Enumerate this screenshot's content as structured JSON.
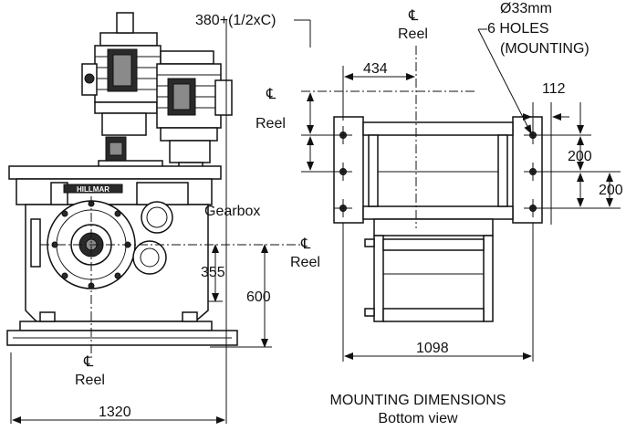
{
  "labels": {
    "dim_top": "380+(1/2xC)",
    "cl_symbol": "℄",
    "reel": "Reel",
    "dim_434": "434",
    "hole_dia": "Ø33mm",
    "hole_count": "6 HOLES",
    "hole_purpose": "(MOUNTING)",
    "dim_112": "112",
    "dim_200a": "200",
    "dim_200b": "200",
    "gearbox": "Gearbox",
    "brand": "HILLMAR",
    "dim_355": "355",
    "dim_600": "600",
    "dim_1098": "1098",
    "dim_1320": "1320",
    "mounting_title": "MOUNTING DIMENSIONS",
    "mounting_sub": "Bottom view"
  }
}
